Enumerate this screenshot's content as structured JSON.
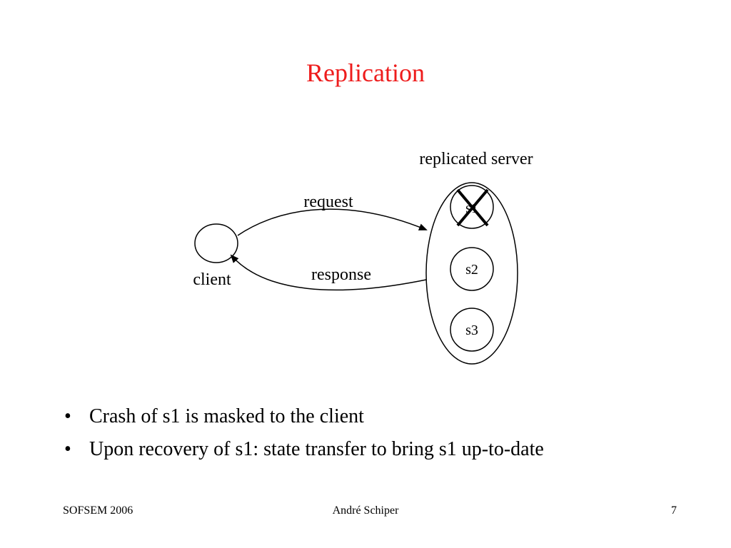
{
  "slide": {
    "title": "Replication",
    "title_color": "#ee1c1c"
  },
  "diagram": {
    "replicated_server_label": "replicated server",
    "client_label": "client",
    "request_label": "request",
    "response_label": "response",
    "servers": [
      {
        "label": "s1",
        "crashed": true
      },
      {
        "label": "s2",
        "crashed": false
      },
      {
        "label": "s3",
        "crashed": false
      }
    ]
  },
  "bullets": [
    {
      "marker": "•",
      "text": "Crash of s1 is masked to the client"
    },
    {
      "marker": "•",
      "text": "Upon recovery of s1: state transfer to bring s1 up-to-date"
    }
  ],
  "footer": {
    "left": "SOFSEM 2006",
    "center": "André Schiper",
    "right": "7"
  }
}
